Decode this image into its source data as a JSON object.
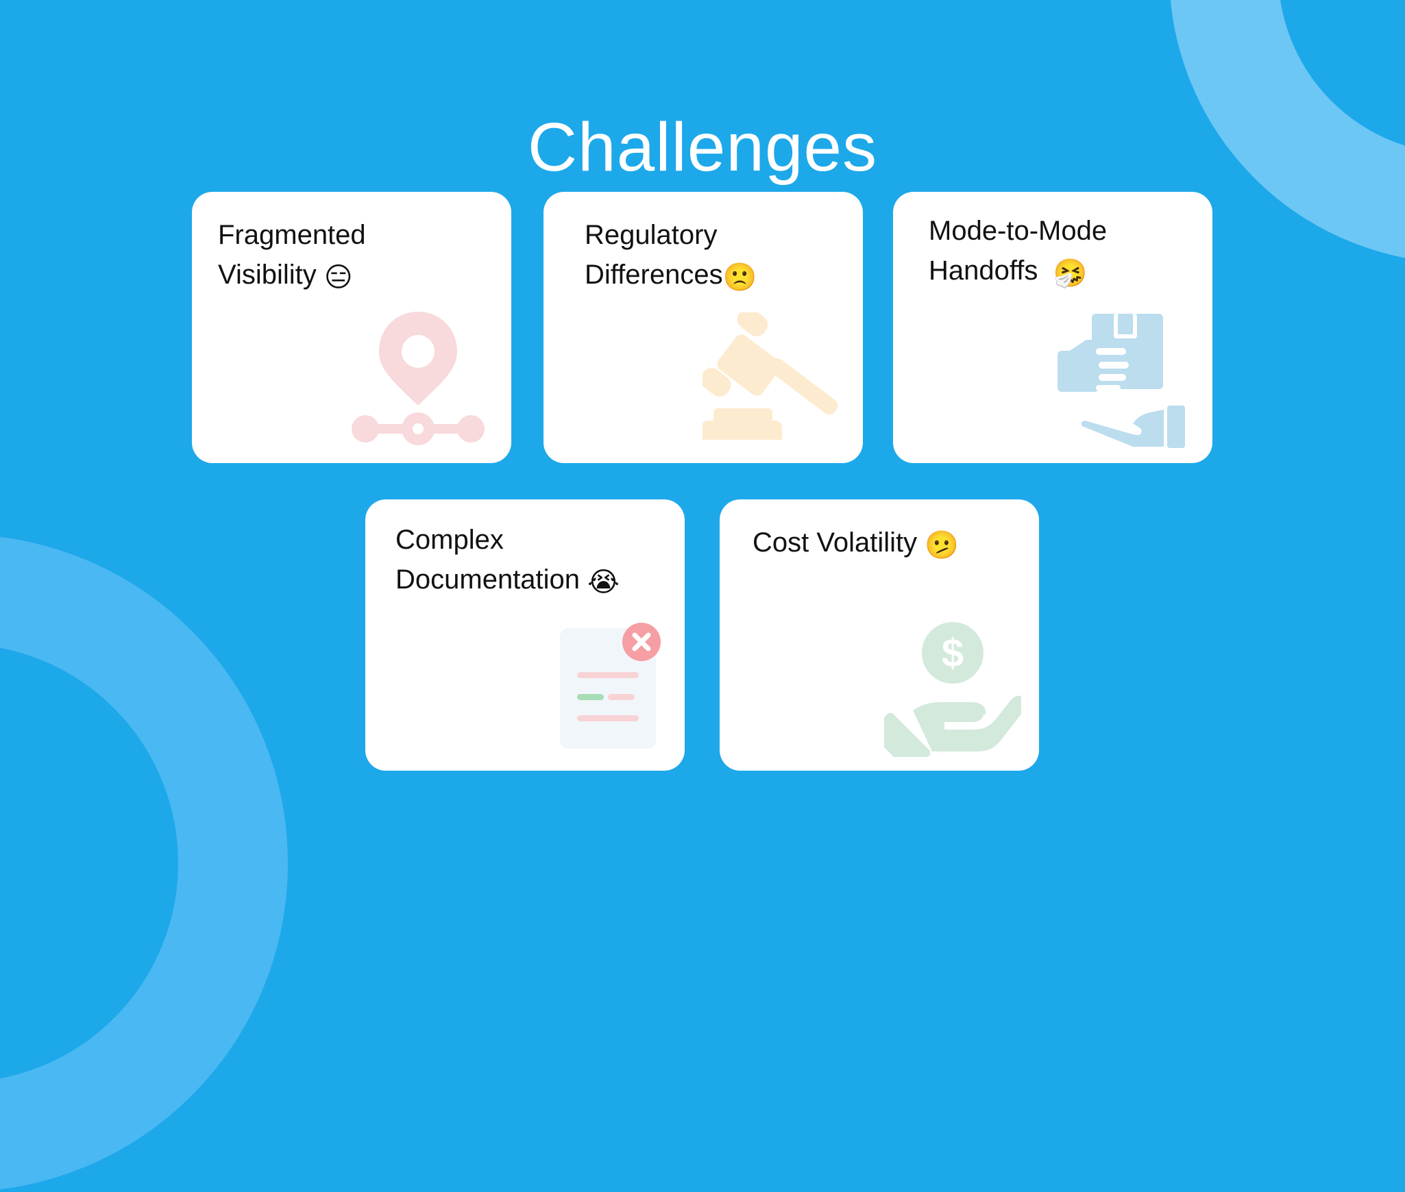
{
  "title": "Challenges",
  "colors": {
    "background": "#1DA8EA",
    "arc_top_right": "#6CC7F5",
    "arc_bottom_left": "#4AB8F2",
    "card": "#FFFFFF",
    "text": "#111111",
    "pin_icon": "#F8D9DC",
    "gavel_icon": "#FDEBD0",
    "handoff_icon": "#BBDDEE",
    "document_icon_bg": "#F1F6FB",
    "document_error": "#F59EA3",
    "money_icon": "#D3E9DC"
  },
  "cards": [
    {
      "line1": "Fragmented",
      "line2": "Visibility",
      "emoji": "😑",
      "emoji_name": "expressionless-face",
      "illustration": "location-pin-route-icon"
    },
    {
      "line1": "Regulatory",
      "line2": "Differences",
      "emoji": "🙁",
      "emoji_name": "frowning-face",
      "illustration": "gavel-icon"
    },
    {
      "line1": "Mode-to-Mode",
      "line2": "Handoffs",
      "emoji": "🤧",
      "emoji_name": "sneezing-face",
      "illustration": "package-handoff-icon"
    },
    {
      "line1": "Complex",
      "line2": "Documentation",
      "emoji": "😭",
      "emoji_name": "loudly-crying-face",
      "illustration": "document-error-icon"
    },
    {
      "line1": "Cost Volatility",
      "line2": "",
      "emoji": "🫤",
      "emoji_name": "face-with-diagonal-mouth",
      "illustration": "hand-holding-dollar-icon"
    }
  ]
}
